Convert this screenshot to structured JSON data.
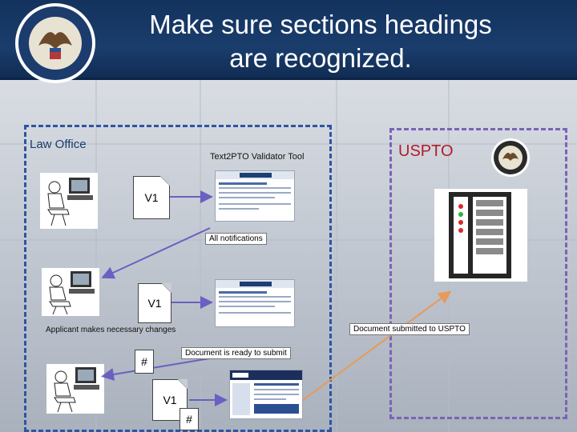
{
  "header": {
    "title_line1": "Make sure sections headings",
    "title_line2": "are recognized."
  },
  "law_office": {
    "label": "Law Office"
  },
  "uspto": {
    "label": "USPTO"
  },
  "tool": {
    "label": "Text2PTO Validator Tool"
  },
  "notifications": {
    "label": "All notifications"
  },
  "applicant": {
    "label": "Applicant  makes necessary changes"
  },
  "ready": {
    "label": "Document is ready to submit"
  },
  "submitted": {
    "label": "Document submitted to USPTO"
  },
  "docs": {
    "v1_a": "V1",
    "v1_b": "V1",
    "v1_c": "V1",
    "hash_a": "#",
    "hash_b": "#"
  },
  "colors": {
    "header": "#1a3d6c",
    "arrow": "#6b5fc2",
    "arrow_orange": "#e79a5a",
    "panel_border": "#2d55a3"
  }
}
